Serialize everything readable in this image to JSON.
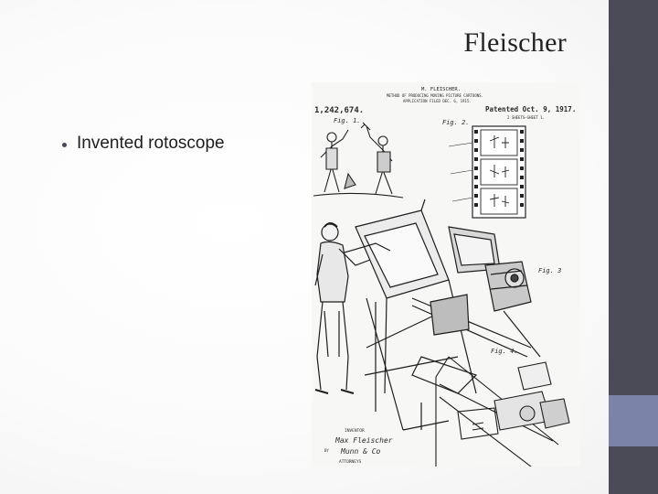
{
  "slide": {
    "title": "Fleischer",
    "bullets": [
      "Invented rotoscope"
    ]
  },
  "patent_figure": {
    "inventor_header": "M. FLEISCHER.",
    "method_line": "METHOD OF PRODUCING MOVING PICTURE CARTOONS.",
    "application_line": "APPLICATION FILED DEC. 6, 1915.",
    "number": "1,242,674.",
    "patented": "Patented Oct. 9, 1917.",
    "sheets": "2 SHEETS—SHEET 1.",
    "fig1": "Fig. 1.",
    "fig2": "Fig. 2.",
    "fig3": "Fig. 3",
    "fig4": "Fig. 4.",
    "inventor_label": "INVENTOR",
    "inventor_signature": "Max Fleischer",
    "by_label": "BY",
    "attorneys_signature": "Munn & Co",
    "attorneys_label": "ATTORNEYS"
  },
  "colors": {
    "side_bar": "#4a4b57",
    "side_accent": "#7b83a8",
    "title_text": "#222222"
  }
}
